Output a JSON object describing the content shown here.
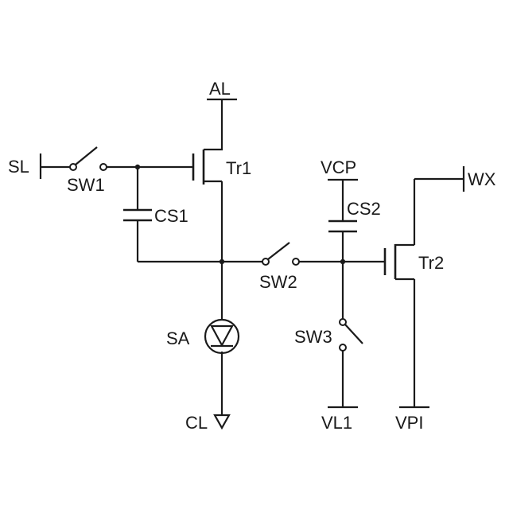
{
  "labels": {
    "AL": "AL",
    "SL": "SL",
    "SW1": "SW1",
    "Tr1": "Tr1",
    "CS1": "CS1",
    "VCP": "VCP",
    "CS2": "CS2",
    "WX": "WX",
    "SW2": "SW2",
    "Tr2": "Tr2",
    "SA": "SA",
    "SW3": "SW3",
    "CL": "CL",
    "VL1": "VL1",
    "VPI": "VPI"
  },
  "colors": {
    "stroke": "#1a1a1a",
    "background": "#ffffff"
  }
}
